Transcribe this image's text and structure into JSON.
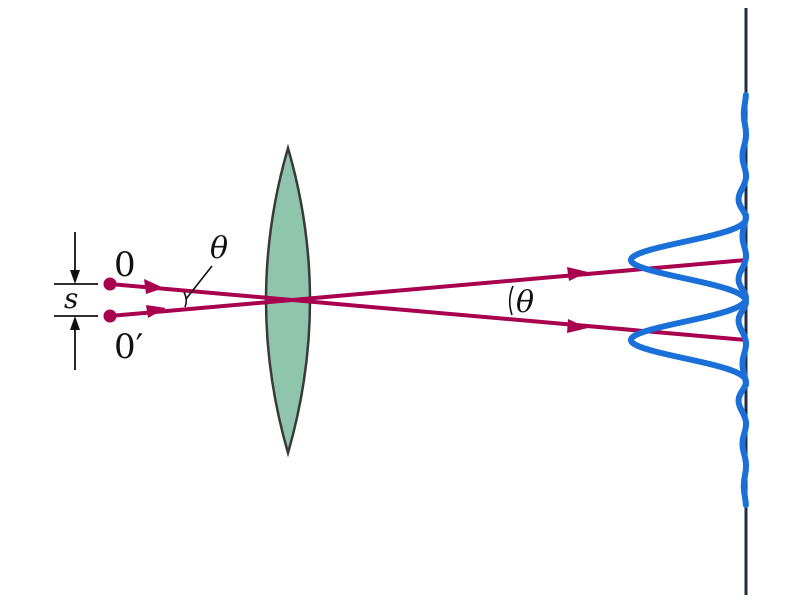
{
  "labels": {
    "source_top": "0",
    "source_bottom": "0′",
    "separation": "s",
    "angle_left": "θ",
    "angle_right": "θ"
  },
  "colors": {
    "ray": "#a8004f",
    "source_dot": "#a8004f",
    "lens_fill": "#8fc4ad",
    "lens_stroke": "#3a3a3a",
    "intensity_curve": "#1a6fd8",
    "screen": "#1f2d3d",
    "text": "#111111"
  }
}
